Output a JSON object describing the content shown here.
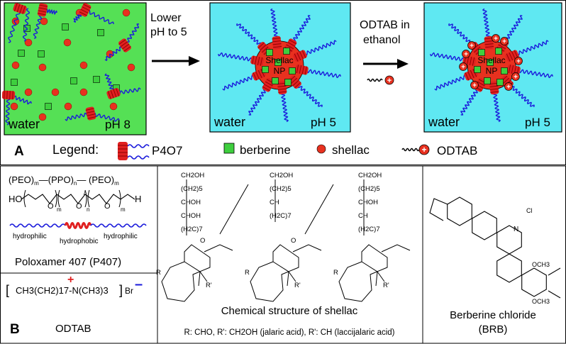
{
  "panelA": {
    "box1": {
      "left_label": "water",
      "right_label": "pH 8"
    },
    "arrow1": {
      "line1": "Lower",
      "line2": "pH to 5"
    },
    "box2": {
      "left_label": "water",
      "right_label": "pH 5",
      "core_line1": "Shellac",
      "core_line2": "NP"
    },
    "arrow2": {
      "line1": "ODTAB in",
      "line2": "ethanol"
    },
    "box3": {
      "left_label": "water",
      "right_label": "pH 5",
      "core_line1": "Shellac",
      "core_line2": "NP"
    },
    "letter": "A",
    "legend": {
      "title": "Legend:",
      "items": [
        "P4O7",
        "berberine",
        "shellac",
        "ODTAB"
      ]
    },
    "colors": {
      "green_bg": "#55e055",
      "cyan_bg": "#5fe8f2",
      "shellac": "#e8311f",
      "berberine": "#3ecf3e",
      "polymer_blue": "#1a1adb",
      "polymer_red": "#e02020"
    }
  },
  "panelB": {
    "letter": "B",
    "poloxamer": {
      "formula_line": [
        "(PEO)",
        "m",
        "—(PPO)",
        "n",
        "— (PEO)",
        "m"
      ],
      "ho": "HO",
      "h": "H",
      "subs": [
        "m",
        "n",
        "m"
      ],
      "hydrophilic_left": "hydrophilic",
      "hydrophobic": "hydrophobic",
      "hydrophilic_right": "hydrophilic",
      "name": "Poloxamer 407 (P407)"
    },
    "odtab": {
      "formula_main": "CH3(CH2)17-N(CH3)3",
      "anion": "Br",
      "plus": "+",
      "minus": "–",
      "name": "ODTAB"
    },
    "shellac": {
      "labels": [
        "CH2OH",
        "(CH2)5",
        "CHOH",
        "CHOH",
        "(H2C)7",
        "CH2OH",
        "(CH2)5",
        "CH",
        "(H2C)7",
        "CH2OH",
        "(CH2)5",
        "CHOH",
        "CH",
        "(H2C)7",
        "R",
        "R'",
        "R",
        "R'",
        "R",
        "R'",
        "O",
        "O"
      ],
      "caption": "Chemical structure of shellac",
      "note": "R: CHO, R': CH2OH  (jalaric acid), R': CH  (laccijalaric acid)"
    },
    "berberine": {
      "chloride": "Cl",
      "nplus": "N",
      "methoxy1": "OCH3",
      "methoxy2": "OCH3",
      "name_line1": "Berberine chloride",
      "name_line2": "(BRB)"
    }
  }
}
